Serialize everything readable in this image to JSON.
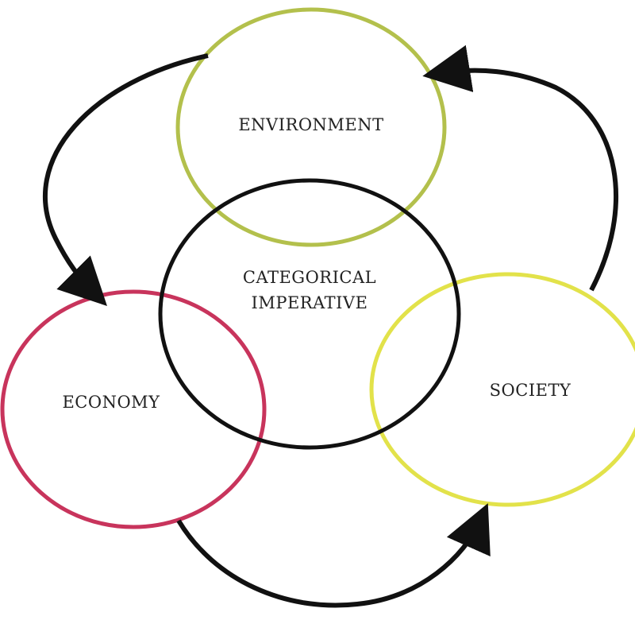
{
  "labels": {
    "environment": "ENVIRONMENT",
    "categorical_line1": "CATEGORICAL",
    "categorical_line2": "IMPERATIVE",
    "economy": "ECONOMY",
    "society": "SOCIETY"
  },
  "colors": {
    "environment": "#b3c04c",
    "categorical": "#111111",
    "economy": "#c8345c",
    "society": "#e2e24a",
    "arrow": "#111111"
  }
}
